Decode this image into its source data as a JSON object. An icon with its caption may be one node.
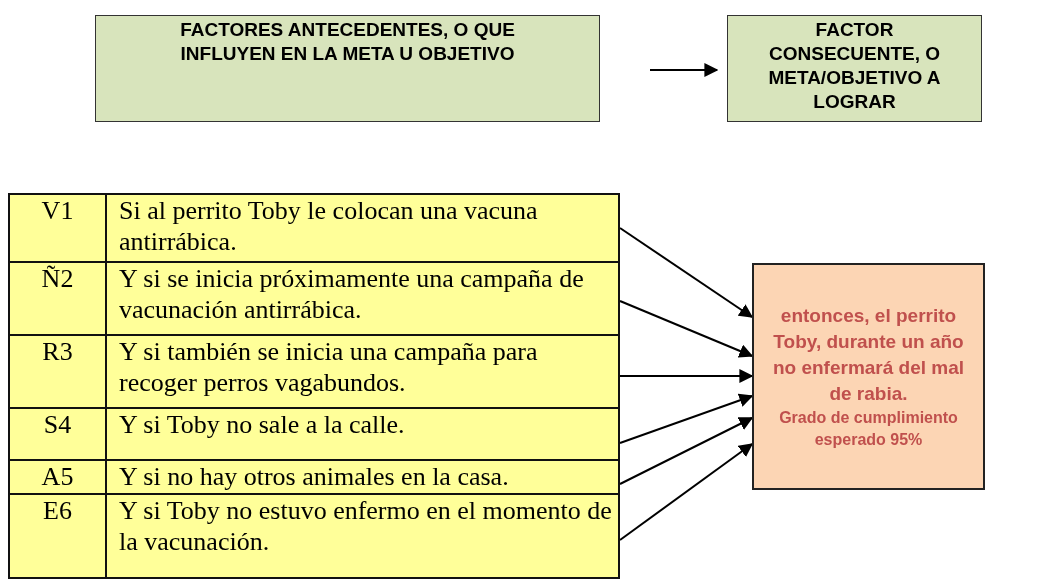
{
  "diagram": {
    "nodes": [
      {
        "text": [
          "FACTORES ANTECEDENTES, O QUE INFLUYEN EN LA META U OBJETIVO"
        ]
      },
      {
        "text": [
          "FACTOR CONSECUENTE, O META/OBJETIVO A LOGRAR"
        ]
      },
      {
        "text": [
          "V1",
          "Si al perrito Toby le colocan una vacuna antirrábica."
        ]
      },
      {
        "text": [
          "Ñ2",
          "Y si se inicia próximamente una campaña de vacunación antirrábica."
        ]
      },
      {
        "text": [
          "R3",
          "Y si también se inicia una campaña para recoger perros vagabundos."
        ]
      },
      {
        "text": [
          "S4",
          "Y si Toby no sale a la calle."
        ]
      },
      {
        "text": [
          "A5",
          "Y si no hay otros animales en la casa."
        ]
      },
      {
        "text": [
          "E6",
          "Y si Toby no estuvo enfermo en el momento de la vacunación."
        ]
      },
      {
        "text": [
          "entonces, el perrito Toby, durante un año no enfermará del mal de rabia.",
          "Grado de cumplimiento esperado 95%"
        ]
      }
    ],
    "edges": [
      {
        "from": 0,
        "to": 1,
        "arrow": "to"
      },
      {
        "from": 2,
        "to": 8,
        "arrow": "to"
      },
      {
        "from": 3,
        "to": 8,
        "arrow": "to"
      },
      {
        "from": 4,
        "to": 8,
        "arrow": "to"
      },
      {
        "from": 5,
        "to": 8,
        "arrow": "to"
      },
      {
        "from": 6,
        "to": 8,
        "arrow": "to"
      },
      {
        "from": 7,
        "to": 8,
        "arrow": "to"
      }
    ]
  }
}
